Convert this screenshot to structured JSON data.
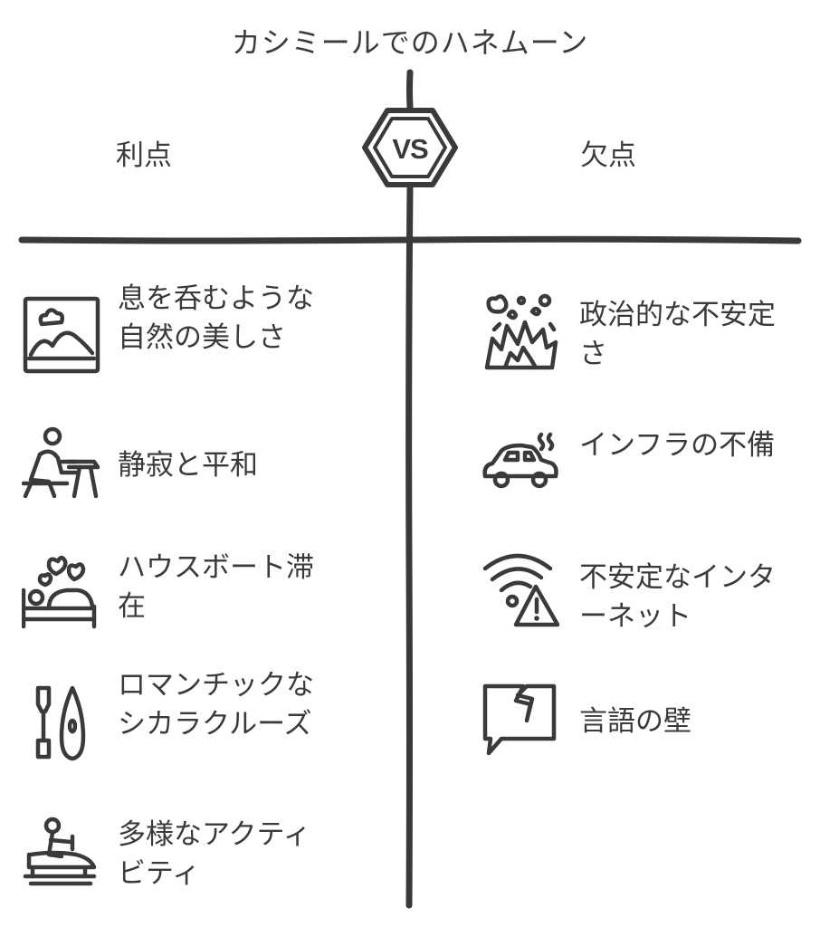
{
  "title": "カシミールでのハネムーン",
  "vs_label": "VS",
  "pros": {
    "heading": "利点",
    "items": [
      {
        "label": "息を呑むような自然の美しさ",
        "icon": "landscape-picture-icon"
      },
      {
        "label": "静寂と平和",
        "icon": "person-at-desk-icon"
      },
      {
        "label": "ハウスボート滞在",
        "icon": "bed-with-hearts-icon"
      },
      {
        "label": "ロマンチックなシカラクルーズ",
        "icon": "paddle-and-boat-icon"
      },
      {
        "label": "多様なアクティビティ",
        "icon": "jet-ski-icon"
      }
    ]
  },
  "cons": {
    "heading": "欠点",
    "items": [
      {
        "label": "政治的な不安定さ",
        "icon": "explosion-icon"
      },
      {
        "label": "インフラの不備",
        "icon": "broken-car-icon"
      },
      {
        "label": "不安定なインターネット",
        "icon": "wifi-warning-icon"
      },
      {
        "label": "言語の壁",
        "icon": "broken-speech-bubble-icon"
      }
    ]
  },
  "colors": {
    "ink": "#3a3a3a",
    "background": "#ffffff"
  }
}
